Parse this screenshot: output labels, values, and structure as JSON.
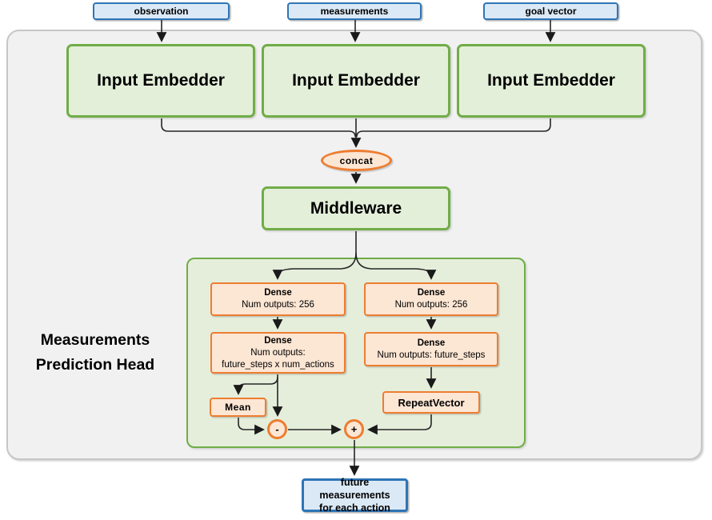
{
  "colors": {
    "blue-border": "#2e75b6",
    "blue-fill": "#dbe9f7",
    "green-border": "#70ad47",
    "green-fill": "#e4efda",
    "head-fill": "#e5eedb",
    "orange-border": "#ed7d31",
    "orange-fill": "#fce6d4",
    "panel-fill": "#f1f1f1",
    "panel-border": "#c6c6c6",
    "wire": "#262626"
  },
  "diagram": {
    "inputs": [
      {
        "label": "observation"
      },
      {
        "label": "measurements"
      },
      {
        "label": "goal vector"
      }
    ],
    "embedders": [
      {
        "label": "Input Embedder"
      },
      {
        "label": "Input Embedder"
      },
      {
        "label": "Input Embedder"
      }
    ],
    "concat_label": "concat",
    "middleware_label": "Middleware",
    "head": {
      "title_line1": "Measurements",
      "title_line2": "Prediction Head",
      "left_branch": {
        "dense1": {
          "title": "Dense",
          "line1": "Num outputs: 256"
        },
        "dense2": {
          "title": "Dense",
          "line1": "Num outputs:",
          "line2": "future_steps x num_actions"
        },
        "mean_label": "Mean",
        "minus_label": "-"
      },
      "right_branch": {
        "dense1": {
          "title": "Dense",
          "line1": "Num outputs: 256"
        },
        "dense2": {
          "title": "Dense",
          "line1": "Num outputs: future_steps"
        },
        "repeat_label": "RepeatVector",
        "plus_label": "+"
      }
    },
    "output": {
      "line1": "future measurements",
      "line2": "for each action"
    }
  }
}
